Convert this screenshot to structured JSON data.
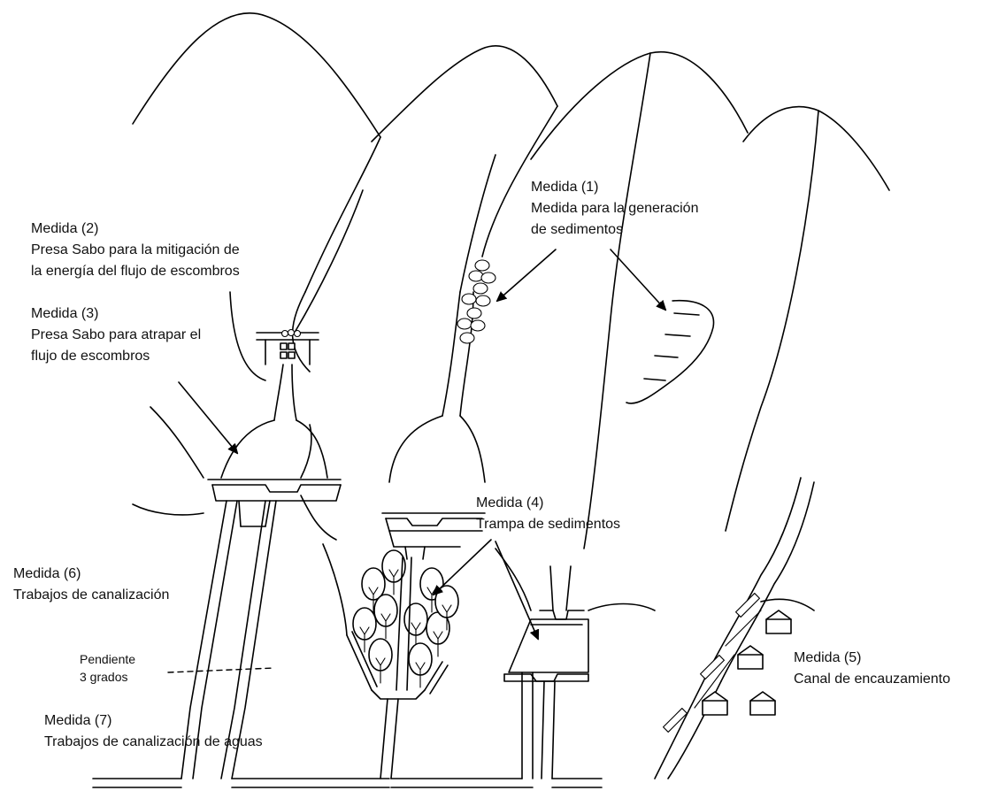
{
  "labels": {
    "m1": {
      "title": "Medida (1)",
      "lines": [
        "Medida para la generación",
        "de sedimentos"
      ]
    },
    "m2": {
      "title": "Medida (2)",
      "lines": [
        "Presa Sabo para la mitigación de",
        "la energía del flujo de escombros"
      ]
    },
    "m3": {
      "title": "Medida (3)",
      "lines": [
        "Presa Sabo para atrapar el",
        "flujo de escombros"
      ]
    },
    "m4": {
      "title": "Medida (4)",
      "lines": [
        "Trampa de sedimentos"
      ]
    },
    "m5": {
      "title": "Medida (5)",
      "lines": [
        "Canal de encauzamiento"
      ]
    },
    "m6": {
      "title": "Medida (6)",
      "lines": [
        "Trabajos de canalización"
      ]
    },
    "m7": {
      "title": "Medida (7)",
      "lines": [
        "Trabajos de canalización de aguas"
      ]
    },
    "slope": {
      "lines": [
        "Pendiente",
        "3 grados"
      ]
    }
  },
  "icons": [
    "mountain-ridge",
    "sabo-dam",
    "tree",
    "house",
    "arrow"
  ]
}
